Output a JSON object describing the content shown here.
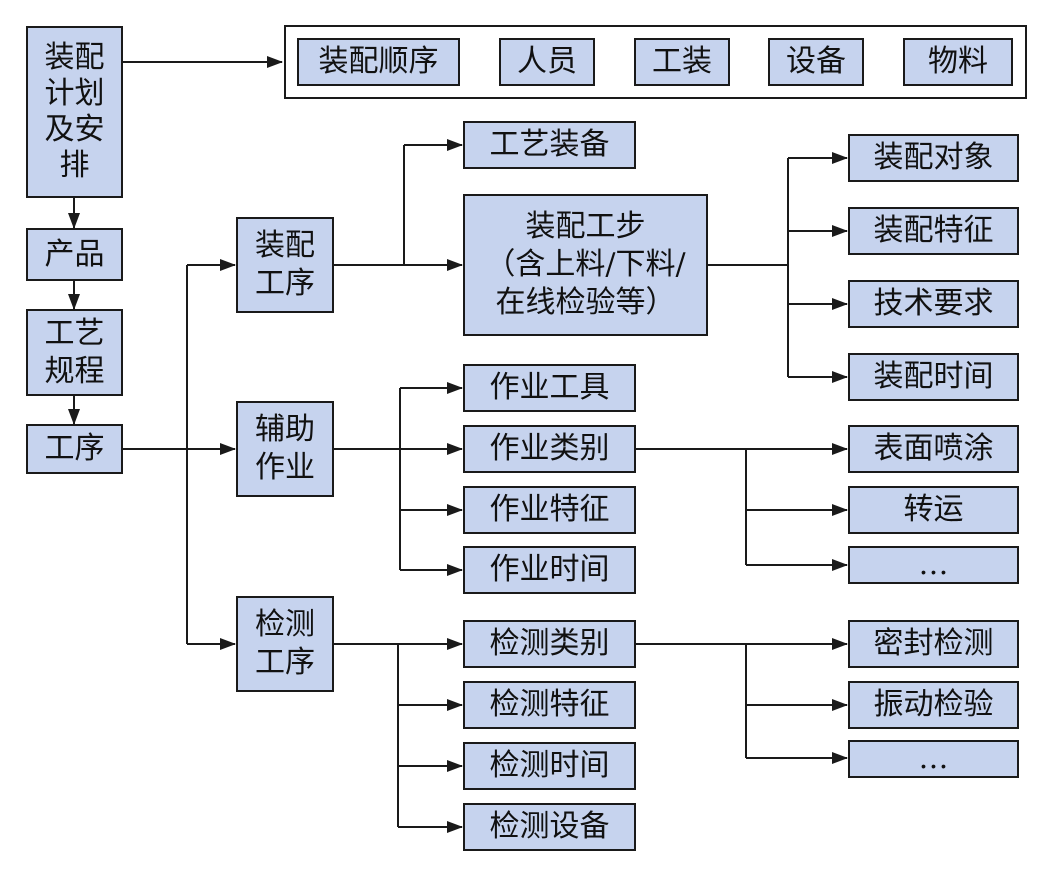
{
  "colors": {
    "node_fill": "#c6d3ee",
    "stroke": "#1a1a1a",
    "text": "#111111",
    "background": "#ffffff"
  },
  "left_column": {
    "plan": "装配\n计划\n及安\n排",
    "product": "产品",
    "process_spec": "工艺\n规程",
    "operation": "工序"
  },
  "resources": [
    "装配顺序",
    "人员",
    "工装",
    "设备",
    "物料"
  ],
  "assembly_operation": {
    "label": "装配\n工序",
    "equipment": "工艺装备",
    "step": "装配工步\n（含上料/下料/\n在线检验等）",
    "step_attributes": [
      "装配对象",
      "装配特征",
      "技术要求",
      "装配时间"
    ]
  },
  "auxiliary_operation": {
    "label": "辅助\n作业",
    "items": [
      "作业工具",
      "作业类别",
      "作业特征",
      "作业时间"
    ],
    "categories": [
      "表面喷涂",
      "转运",
      "…"
    ]
  },
  "inspection_operation": {
    "label": "检测\n工序",
    "items": [
      "检测类别",
      "检测特征",
      "检测时间",
      "检测设备"
    ],
    "categories": [
      "密封检测",
      "振动检验",
      "…"
    ]
  }
}
